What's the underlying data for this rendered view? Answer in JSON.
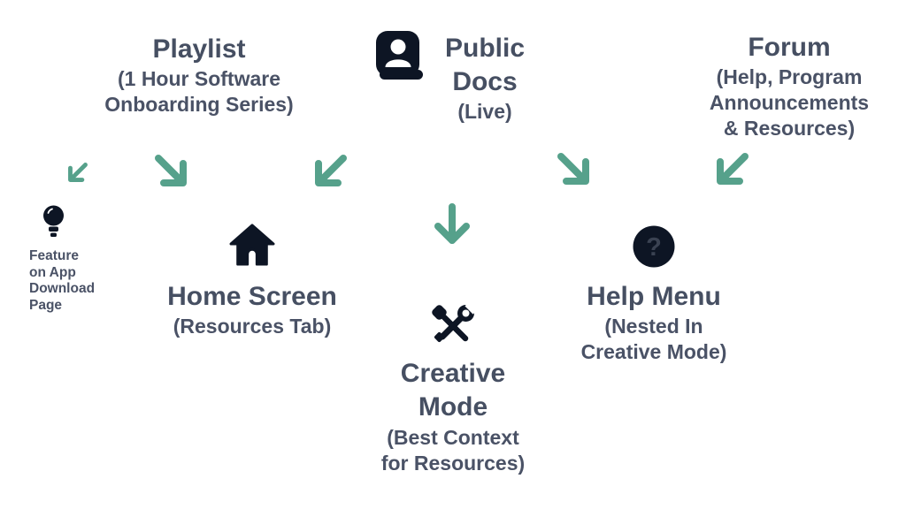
{
  "colors": {
    "arrow_green": "#56A18B",
    "icon_navy": "#0D1524",
    "title_text": "#464F62",
    "subtitle_text": "#4A5266",
    "background": "#FFFFFF"
  },
  "nodes": {
    "playlist": {
      "title": "Playlist",
      "subtitle": "(1 Hour Software\nOnboarding Series)"
    },
    "public_docs": {
      "title": "Public\nDocs",
      "subtitle": "(Live)",
      "icon": "address-book-user-icon"
    },
    "forum": {
      "title": "Forum",
      "subtitle": "(Help, Program\nAnnouncements\n& Resources)"
    },
    "feature_on_app_download": {
      "label": "Feature\non App\nDownload\nPage",
      "icon": "lightbulb-icon"
    },
    "home_screen": {
      "title": "Home Screen",
      "subtitle": "(Resources Tab)",
      "icon": "home-icon"
    },
    "help_menu": {
      "title": "Help Menu",
      "subtitle": "(Nested In\nCreative Mode)",
      "icon": "question-circle-icon",
      "question_glyph": "?"
    },
    "creative_mode": {
      "title": "Creative\nMode",
      "subtitle": "(Best Context\nfor Resources)",
      "icon": "screwdriver-wrench-icon"
    }
  },
  "arrows": [
    {
      "name": "arrow-playlist-to-feature",
      "direction": "down-left",
      "size": "small"
    },
    {
      "name": "arrow-playlist-to-home",
      "direction": "down-right",
      "size": "large"
    },
    {
      "name": "arrow-public-docs-to-home",
      "direction": "down-left",
      "size": "large"
    },
    {
      "name": "arrow-public-docs-to-creative",
      "direction": "down",
      "size": "large"
    },
    {
      "name": "arrow-public-docs-to-help",
      "direction": "down-right",
      "size": "large"
    },
    {
      "name": "arrow-forum-to-help",
      "direction": "down-left",
      "size": "large"
    }
  ]
}
